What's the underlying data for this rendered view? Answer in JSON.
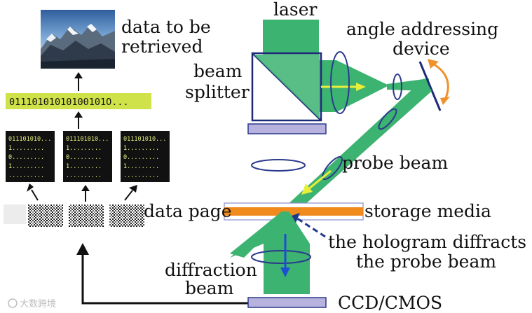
{
  "labels": {
    "data_to_be": "data to be",
    "retrieved": "retrieved",
    "laser": "laser",
    "angle_addressing": "angle addressing",
    "device": "device",
    "beam": "beam",
    "splitter": "splitter",
    "probe_beam": "probe beam",
    "data_page": "data page",
    "storage_media": "storage media",
    "hologram_diffracts": "the hologram diffracts",
    "the_probe_beam": "the probe beam",
    "diffraction": "diffraction",
    "beam2": "beam",
    "ccd_cmos": "CCD/CMOS",
    "watermark": "大数跨境"
  },
  "bitstream": "01110101010100101O...",
  "block_lines": [
    "011101010...",
    "1.........",
    "0.........",
    "1.........",
    ".........."
  ],
  "colors": {
    "beam": "#3cb371",
    "beam_dark": "#2e9e5b",
    "lens": "#2b3a8c",
    "orange": "#f0922b",
    "yellow_bar": "#cfe24a",
    "detector": "#b7b2de",
    "storage": "#f08a1c",
    "dark_arrow": "#1d3a8a"
  }
}
